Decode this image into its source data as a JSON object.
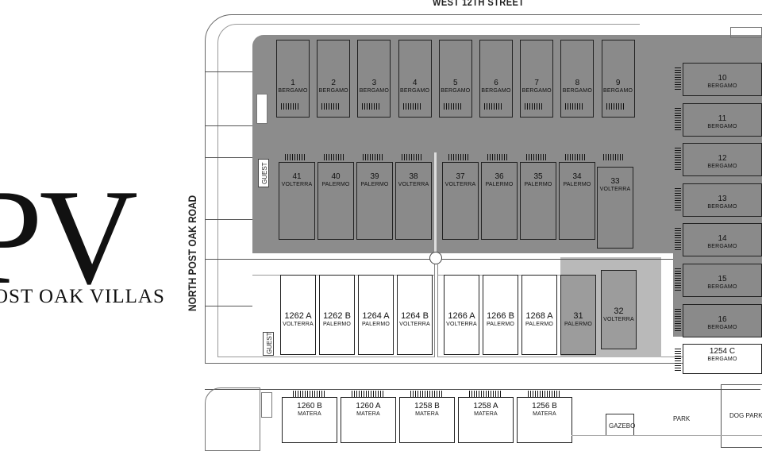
{
  "logo": {
    "letters": "PV",
    "subtitle": "OST OAK VILLAS"
  },
  "streets": {
    "top": "WEST 12TH STREET",
    "left": "NORTH POST OAK ROAD"
  },
  "units": {
    "row_top": [
      {
        "num": "1",
        "name": "BERGAMO"
      },
      {
        "num": "2",
        "name": "BERGAMO"
      },
      {
        "num": "3",
        "name": "BERGAMO"
      },
      {
        "num": "4",
        "name": "BERGAMO"
      },
      {
        "num": "5",
        "name": "BERGAMO"
      },
      {
        "num": "6",
        "name": "BERGAMO"
      },
      {
        "num": "7",
        "name": "BERGAMO"
      },
      {
        "num": "8",
        "name": "BERGAMO"
      },
      {
        "num": "9",
        "name": "BERGAMO"
      }
    ],
    "column_right": [
      {
        "num": "10",
        "name": "BERGAMO"
      },
      {
        "num": "11",
        "name": "BERGAMO"
      },
      {
        "num": "12",
        "name": "BERGAMO"
      },
      {
        "num": "13",
        "name": "BERGAMO"
      },
      {
        "num": "14",
        "name": "BERGAMO"
      },
      {
        "num": "15",
        "name": "BERGAMO"
      },
      {
        "num": "16",
        "name": "BERGAMO"
      },
      {
        "num": "1254 C",
        "name": "BERGAMO"
      }
    ],
    "row_second": [
      {
        "num": "41",
        "name": "VOLTERRA"
      },
      {
        "num": "40",
        "name": "PALERMO"
      },
      {
        "num": "39",
        "name": "PALERMO"
      },
      {
        "num": "38",
        "name": "VOLTERRA"
      },
      {
        "num": "37",
        "name": "VOLTERRA"
      },
      {
        "num": "36",
        "name": "PALERMO"
      },
      {
        "num": "35",
        "name": "PALERMO"
      },
      {
        "num": "34",
        "name": "PALERMO"
      },
      {
        "num": "33",
        "name": "VOLTERRA"
      }
    ],
    "row_third": [
      {
        "num": "1262 A",
        "name": "VOLTERRA"
      },
      {
        "num": "1262 B",
        "name": "PALERMO"
      },
      {
        "num": "1264 A",
        "name": "PALERMO"
      },
      {
        "num": "1264 B",
        "name": "VOLTERRA"
      },
      {
        "num": "1266 A",
        "name": "VOLTERRA"
      },
      {
        "num": "1266 B",
        "name": "PALERMO"
      },
      {
        "num": "1268 A",
        "name": "PALERMO"
      },
      {
        "num": "31",
        "name": "PALERMO"
      },
      {
        "num": "32",
        "name": "VOLTERRA"
      }
    ],
    "row_bottom": [
      {
        "num": "1260 B",
        "name": "MATERA"
      },
      {
        "num": "1260 A",
        "name": "MATERA"
      },
      {
        "num": "1258 B",
        "name": "MATERA"
      },
      {
        "num": "1258 A",
        "name": "MATERA"
      },
      {
        "num": "1256 B",
        "name": "MATERA"
      }
    ]
  },
  "labels": {
    "guest": "GUEST",
    "gazebo": "GAZEBO",
    "park": "PARK",
    "dog_park": "DOG PARK"
  }
}
